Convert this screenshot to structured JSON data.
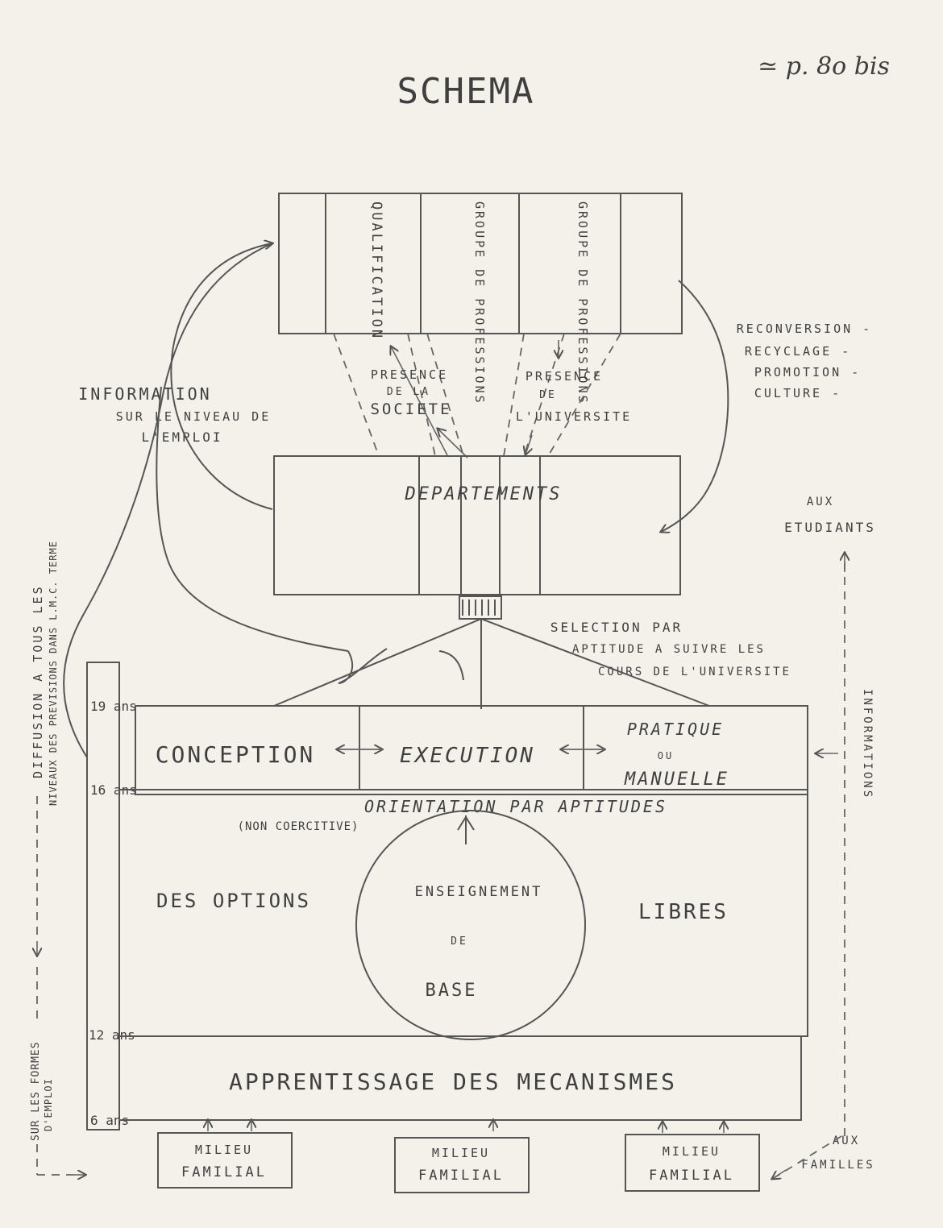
{
  "title": "SCHEMA",
  "corner_note": "≃ p. 8o bis",
  "top_box": {
    "columns": [
      "QUALIFICATION",
      "GROUPE DE PROFESSIONS",
      "GROUPE DE PROFESSIONS"
    ]
  },
  "presence_societe": [
    "PRESENCE",
    "DE LA",
    "SOCIETE"
  ],
  "presence_universite": [
    "PRESENCE",
    "DE",
    "L'UNIVERSITE"
  ],
  "information": [
    "INFORMATION",
    "SUR LE NIVEAU DE",
    "L'EMPLOI"
  ],
  "reconversion": [
    "RECONVERSION -",
    "RECYCLAGE -",
    "PROMOTION -",
    "CULTURE -"
  ],
  "departements": "DEPARTEMENTS",
  "aux_etudiants": [
    "AUX",
    "ETUDIANTS"
  ],
  "selection": [
    "SELECTION PAR",
    "APTITUDE A SUIVRE LES",
    "COURS DE L'UNIVERSITE"
  ],
  "ages": [
    "19 ans",
    "16 ans",
    "12 ans",
    "6 ans"
  ],
  "conception": "CONCEPTION",
  "execution": "EXECUTION",
  "pratique": [
    "PRATIQUE",
    "OU",
    "MANUELLE"
  ],
  "orientation": "ORIENTATION PAR APTITUDES",
  "non_coercitive": "(NON COERCITIVE)",
  "des_options": "DES OPTIONS",
  "libres": "LIBRES",
  "enseignement": [
    "ENSEIGNEMENT",
    "DE",
    "BASE"
  ],
  "apprentissage": "APPRENTISSAGE DES MECANISMES",
  "milieu": [
    "MILIEU",
    "FAMILIAL"
  ],
  "aux_familles": [
    "AUX",
    "FAMILLES"
  ],
  "left_vertical_1": "DIFFUSION A TOUS LES",
  "left_vertical_2": "NIVEAUX DES PREVISIONS DANS L.M.C. TERME",
  "left_vertical_3": "SUR LES FORMES",
  "left_vertical_4": "D'EMPLOI",
  "right_vertical": "INFORMATIONS"
}
